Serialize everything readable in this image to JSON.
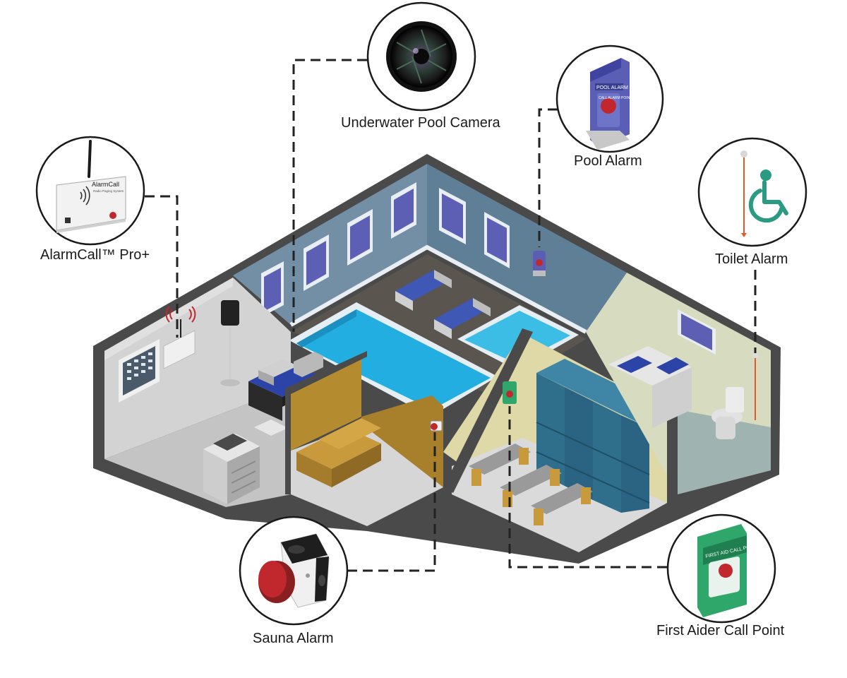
{
  "labels": {
    "camera": "Underwater Pool Camera",
    "pool_alarm": "Pool Alarm",
    "toilet_alarm": "Toilet Alarm",
    "alarmcall": "AlarmCall™ Pro+",
    "sauna_alarm": "Sauna Alarm",
    "first_aider": "First Aider Call Point"
  },
  "device_text": {
    "alarmcall_brand": "AlarmCall",
    "alarmcall_sub": "Radio Paging System",
    "pool_alarm_band": "POOL ALARM",
    "pool_alarm_sub": "CALL ALARM POINT",
    "first_aider_band": "FIRST AID CALL POINT"
  },
  "colors": {
    "wall_outline": "#4a4a4a",
    "pool_water": "#22aee0",
    "pool_wall": "#6f8fa6",
    "sauna_wood": "#b58b2f",
    "changing_wall": "#ded9a7",
    "toilet_wall": "#d7dcc0",
    "office_floor": "#c9c9c9",
    "locker": "#2f6f8c",
    "first_aid_green": "#2fa66a",
    "alarm_red": "#c0282e",
    "pool_alarm_blue": "#5a5fb5",
    "accessible_teal": "#2b9a82"
  },
  "icons": [
    "camera-icon",
    "pool-alarm-icon",
    "wheelchair-icon",
    "alarmcall-unit-icon",
    "sauna-alarm-icon",
    "first-aid-call-point-icon"
  ]
}
